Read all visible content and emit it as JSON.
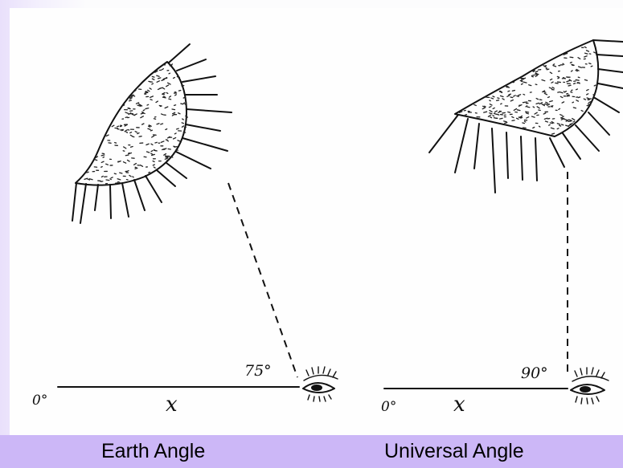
{
  "left_panel": {
    "caption": "Earth Angle",
    "angle_label": "75°",
    "origin_label": "0°",
    "distance_label": "x"
  },
  "right_panel": {
    "caption": "Universal Angle",
    "angle_label": "90°",
    "origin_label": "0°",
    "distance_label": "x"
  },
  "colors": {
    "caption_band": "#ccb7f7",
    "side_gradient": "#e9e0fb",
    "ink": "#111111"
  },
  "icons": [
    "sun-icon",
    "eye-icon"
  ]
}
